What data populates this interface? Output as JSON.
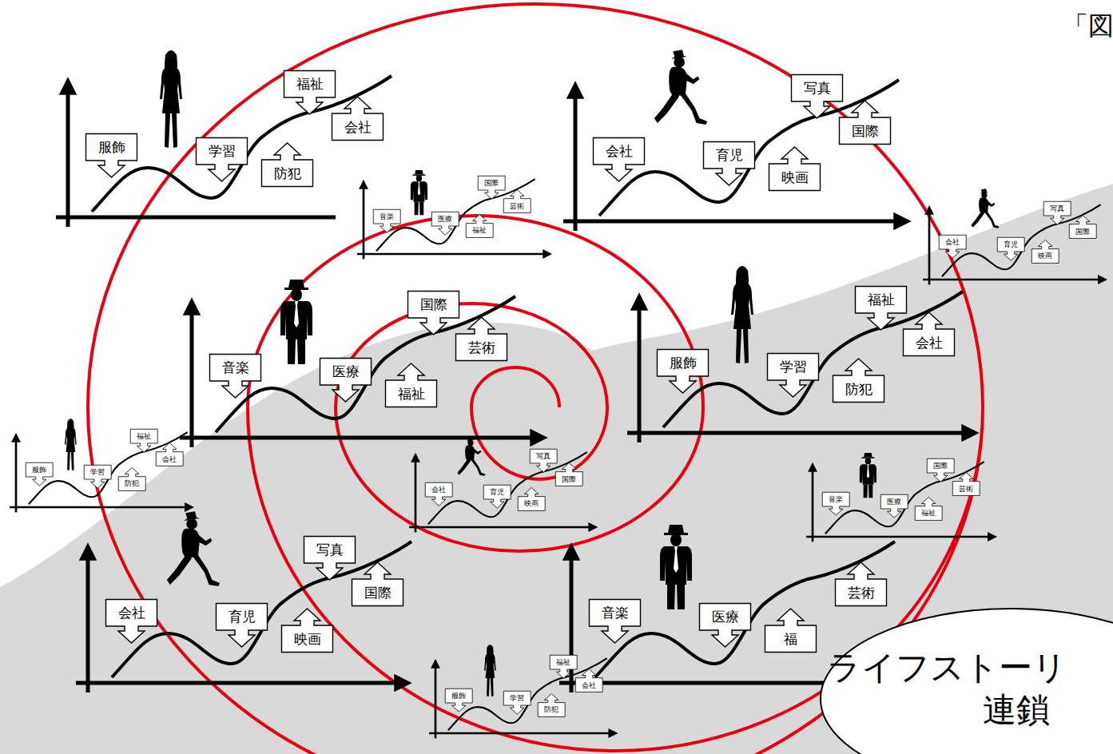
{
  "diagram": {
    "nodes": [
      {
        "text": [
          "服飾"
        ]
      },
      {
        "text": [
          "学習"
        ]
      },
      {
        "text": [
          "防犯"
        ]
      },
      {
        "text": [
          "福祉"
        ]
      },
      {
        "text": [
          "会社"
        ]
      },
      {
        "text": [
          "会社"
        ]
      },
      {
        "text": [
          "育児"
        ]
      },
      {
        "text": [
          "映画"
        ]
      },
      {
        "text": [
          "写真"
        ]
      },
      {
        "text": [
          "国際"
        ]
      },
      {
        "text": [
          "音楽"
        ]
      },
      {
        "text": [
          "医療"
        ]
      },
      {
        "text": [
          "福祉"
        ]
      },
      {
        "text": [
          "国際"
        ]
      },
      {
        "text": [
          "芸術"
        ]
      },
      {
        "text": [
          "会社"
        ]
      },
      {
        "text": [
          "育児"
        ]
      },
      {
        "text": [
          "映画"
        ]
      },
      {
        "text": [
          "写真"
        ]
      },
      {
        "text": [
          "国際"
        ]
      },
      {
        "text": [
          "音楽"
        ]
      },
      {
        "text": [
          "医療"
        ]
      },
      {
        "text": [
          "福祉"
        ]
      },
      {
        "text": [
          "国際"
        ]
      },
      {
        "text": [
          "芸術"
        ]
      },
      {
        "text": [
          "服飾"
        ]
      },
      {
        "text": [
          "学習"
        ]
      },
      {
        "text": [
          "防犯"
        ]
      },
      {
        "text": [
          "福祉"
        ]
      },
      {
        "text": [
          "会社"
        ]
      },
      {
        "text": [
          "服飾"
        ]
      },
      {
        "text": [
          "学習"
        ]
      },
      {
        "text": [
          "防犯"
        ]
      },
      {
        "text": [
          "福祉"
        ]
      },
      {
        "text": [
          "会社"
        ]
      },
      {
        "text": [
          "会社"
        ]
      },
      {
        "text": [
          "育児"
        ]
      },
      {
        "text": [
          "映画"
        ]
      },
      {
        "text": [
          "写真"
        ]
      },
      {
        "text": [
          "国際"
        ]
      },
      {
        "text": [
          "音楽"
        ]
      },
      {
        "text": [
          "医療"
        ]
      },
      {
        "text": [
          "福祉"
        ]
      },
      {
        "text": [
          "国際"
        ]
      },
      {
        "text": [
          "芸術"
        ]
      },
      {
        "text": [
          "会社"
        ]
      },
      {
        "text": [
          "育児"
        ]
      },
      {
        "text": [
          "映画"
        ]
      },
      {
        "text": [
          "写真"
        ]
      },
      {
        "text": [
          "国際"
        ]
      },
      {
        "text": [
          "音楽"
        ]
      },
      {
        "text": [
          "医療"
        ]
      },
      {
        "text": [
          "福"
        ]
      },
      {
        "text": [
          "芸術"
        ]
      },
      {
        "text": [
          "服飾"
        ]
      },
      {
        "text": [
          "学習"
        ]
      },
      {
        "text": [
          "防犯"
        ]
      },
      {
        "text": [
          "福祉"
        ]
      },
      {
        "text": [
          "会社"
        ]
      },
      {
        "text": [
          "ライフストーリ",
          "連鎖"
        ]
      }
    ],
    "labels": [
      "「図"
    ]
  }
}
